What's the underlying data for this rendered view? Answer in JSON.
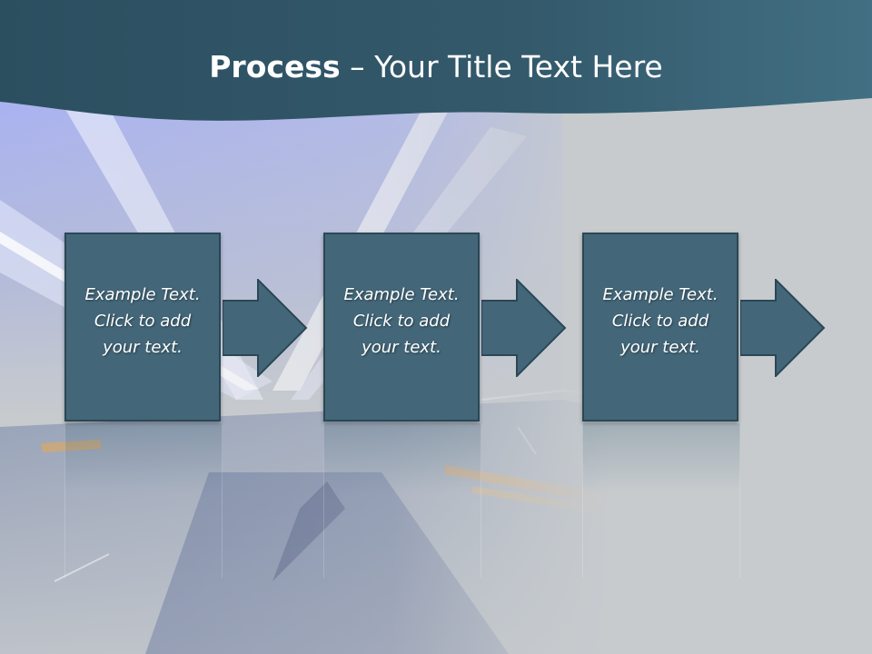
{
  "title": {
    "bold": "Process",
    "rest": " – Your Title Text Here"
  },
  "steps": [
    {
      "lines": [
        "Example Text.",
        "Click  to add",
        "your text."
      ]
    },
    {
      "lines": [
        "Example Text.",
        "Click  to add",
        "your text."
      ]
    },
    {
      "lines": [
        "Example Text.",
        "Click  to add",
        "your text."
      ]
    }
  ],
  "colors": {
    "banner": "#2f5566",
    "box_fill": "#436779",
    "box_border": "#2b4756",
    "background": "#c7cbce"
  }
}
